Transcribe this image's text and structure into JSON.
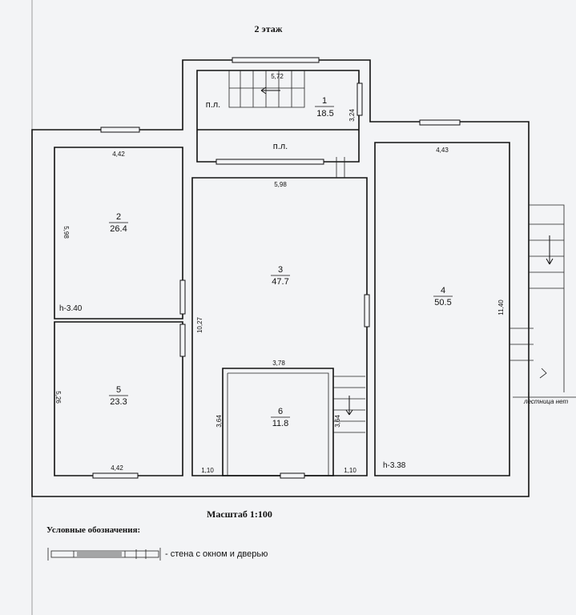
{
  "floor_title": "2 этаж",
  "scale_label": "Масштаб 1:100",
  "legend": {
    "title": "Условные обозначения:",
    "text": "- стена с окном и дверью"
  },
  "rooms": [
    {
      "id": "1",
      "area": "18.5"
    },
    {
      "id": "2",
      "area": "26.4"
    },
    {
      "id": "3",
      "area": "47.7"
    },
    {
      "id": "4",
      "area": "50.5"
    },
    {
      "id": "5",
      "area": "23.3"
    },
    {
      "id": "6",
      "area": "11.8"
    }
  ],
  "landings": [
    "п.л.",
    "п.л."
  ],
  "heights": [
    "h-3.40",
    "h-3.38"
  ],
  "stair_label": "лестница нет",
  "dimensions": {
    "d_572": "5,72",
    "d_324": "3,24",
    "d_442_top": "4,42",
    "d_443": "4,43",
    "d_598_w": "5,98",
    "d_598_h": "5,98",
    "d_1027": "10,27",
    "d_1140": "11,40",
    "d_378": "3,78",
    "d_526": "5,26",
    "d_364_l": "3,64",
    "d_364_r": "3,64",
    "d_442_bot": "4,42",
    "d_110_l": "1,10",
    "d_110_r": "1,10"
  }
}
